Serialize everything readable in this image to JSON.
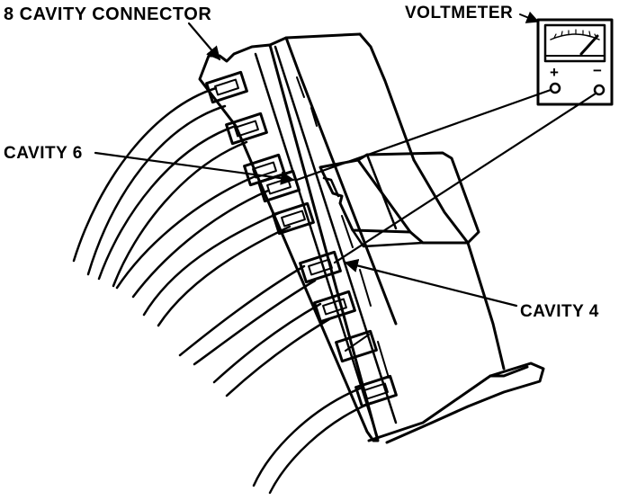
{
  "labels": {
    "connector": "8 CAVITY CONNECTOR",
    "voltmeter": "VOLTMETER",
    "cavity6": "CAVITY 6",
    "cavity4": "CAVITY 4"
  },
  "voltmeter": {
    "plus": "+",
    "minus": "−"
  },
  "colors": {
    "ink": "#000000",
    "paper": "#ffffff"
  },
  "icons": {
    "meter": "voltmeter-icon",
    "connector": "connector-icon",
    "arrow": "arrow-icon"
  }
}
